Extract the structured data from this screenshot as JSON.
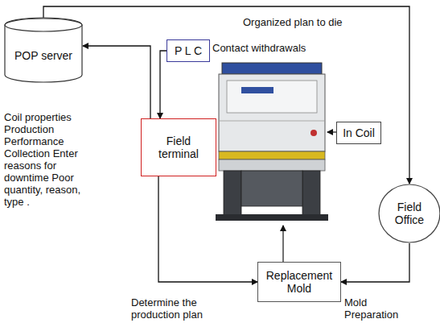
{
  "diagram": {
    "nodes": [
      {
        "text": [
          "POP server"
        ]
      },
      {
        "text": [
          "P L C"
        ]
      },
      {
        "text": [
          "Field terminal"
        ]
      },
      {
        "text": [
          "In Coil"
        ]
      },
      {
        "text": [
          "Field Office"
        ]
      },
      {
        "text": [
          "Replacement Mold"
        ]
      }
    ],
    "edges": [
      {
        "from": 0,
        "to": 4,
        "label": "Organized plan to die",
        "arrow": "to"
      },
      {
        "from": 2,
        "to": 0,
        "arrow": "to"
      },
      {
        "from": 1,
        "to": 2,
        "arrow": "to"
      },
      {
        "from": 2,
        "to": 5,
        "arrow": "to"
      },
      {
        "from": 4,
        "to": 5,
        "arrow": "to"
      }
    ],
    "labels": [
      "Contact withdrawals",
      "Coil properties Production Performance Collection Enter reasons for downtime Poor quantity, reason, type .",
      "Determine the production plan",
      "Mold Preparation"
    ]
  }
}
